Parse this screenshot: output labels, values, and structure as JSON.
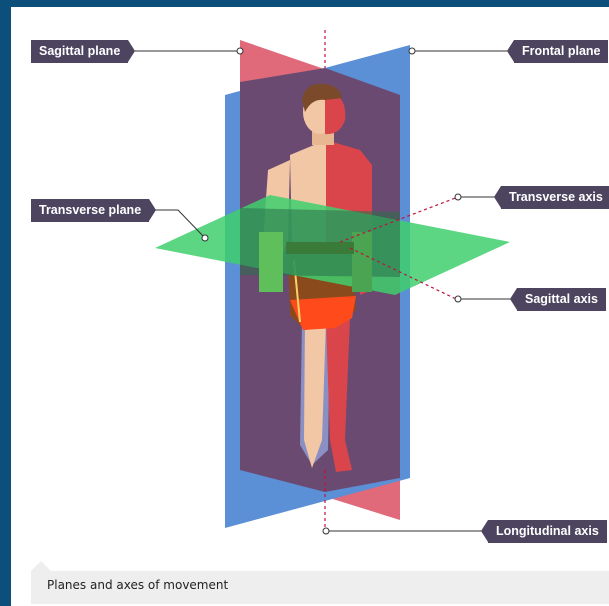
{
  "labels": {
    "sagittal_plane": "Sagittal plane",
    "frontal_plane": "Frontal plane",
    "transverse_plane": "Transverse plane",
    "transverse_axis": "Transverse axis",
    "sagittal_axis": "Sagittal axis",
    "longitudinal_axis": "Longitudinal axis"
  },
  "caption": "Planes and axes of movement",
  "colors": {
    "background": "#0c4f7a",
    "label_bg": "#4d4560",
    "sagittal_plane": "#e0697a",
    "frontal_plane": "#5b8fd6",
    "transverse_plane": "#3fcf6d",
    "body_overlap": "#6b4a72",
    "axis_line": "#c0123a"
  }
}
